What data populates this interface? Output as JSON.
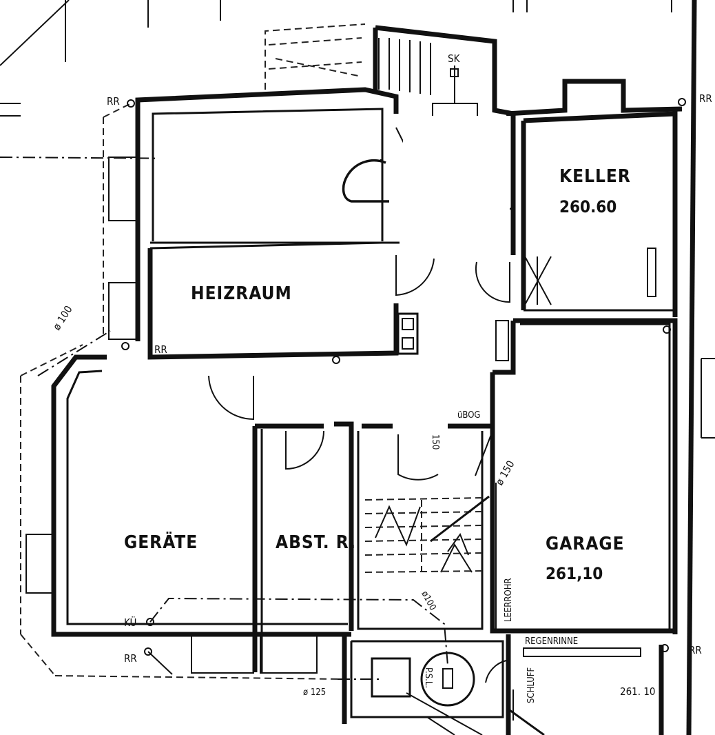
{
  "plan": {
    "rooms": {
      "keller": {
        "name": "KELLER",
        "level": "260.60"
      },
      "heizraum": {
        "name": "HEIZRAUM"
      },
      "geraete": {
        "name": "GERÄTE"
      },
      "abstellraum": {
        "name": "ABST. R."
      },
      "garage": {
        "name": "GARAGE",
        "level": "261,10"
      }
    },
    "labels": {
      "rr": "RR",
      "sk": "SK",
      "kue": "KÜ",
      "pipe_100": "ø 100",
      "pipe_150": "ø 150",
      "pipe_125": "ø 125",
      "pipe_100b": "ø100",
      "pipe_150b": "150",
      "ueog": "üBOG",
      "leerrohr": "LEERROHR",
      "regenrinne": "REGENRINNE",
      "schluff": "SCHLUFF",
      "psl": "P.S.L.",
      "level_outside": "261. 10"
    }
  }
}
